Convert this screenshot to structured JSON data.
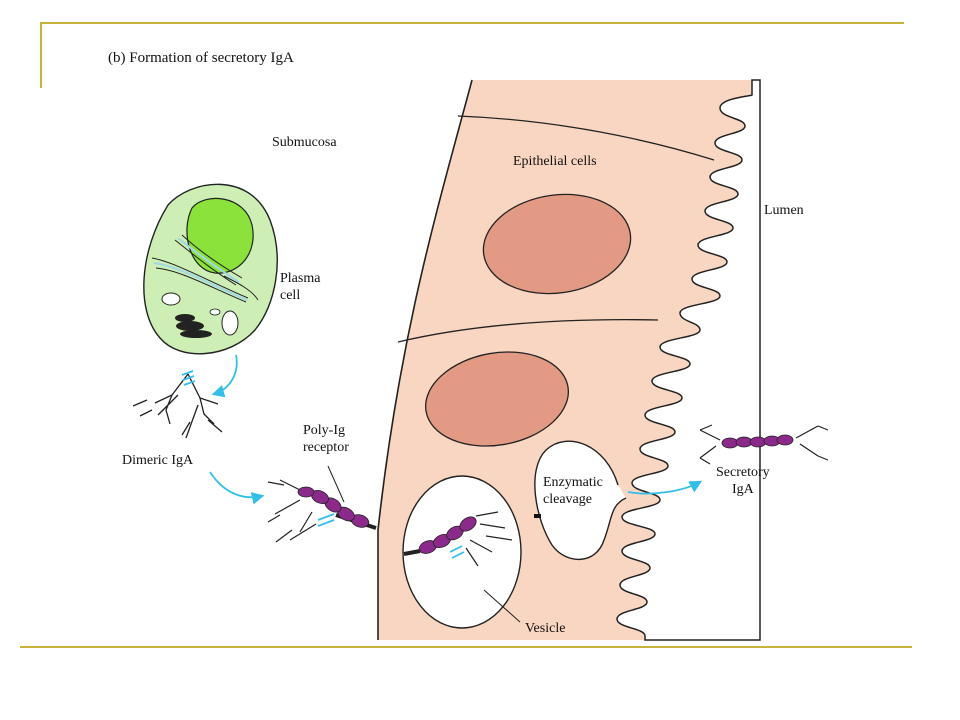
{
  "title": "(b)  Formation of secretory IgA",
  "labels": {
    "submucosa": "Submucosa",
    "epithelial_cells": "Epithelial cells",
    "lumen": "Lumen",
    "plasma_cell_line1": "Plasma",
    "plasma_cell_line2": "cell",
    "dimeric_iga": "Dimeric IgA",
    "poly_ig_receptor_line1": "Poly-Ig",
    "poly_ig_receptor_line2": "receptor",
    "enzymatic_cleavage_line1": "Enzymatic",
    "enzymatic_cleavage_line2": "cleavage",
    "secretory_iga_line1": "Secretory",
    "secretory_iga_line2": "IgA",
    "vesicle": "Vesicle"
  },
  "colors": {
    "frame": "#c9b13a",
    "epithelium": "#f9d6c1",
    "nucleus": "#e39a84",
    "plasma_cell": "#cdeeb4",
    "plasma_nucleus": "#8ae23a",
    "arrow": "#33bfe8",
    "receptor": "#8b2a8b"
  }
}
